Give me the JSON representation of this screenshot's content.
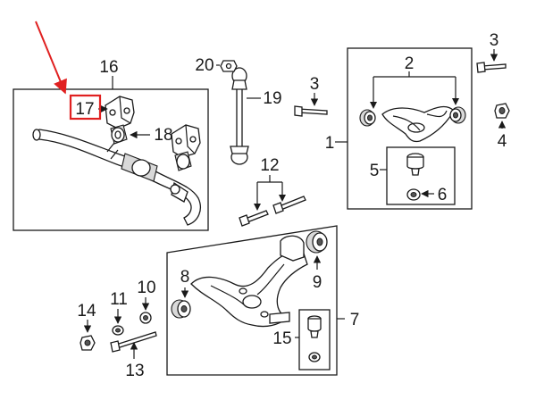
{
  "diagram": {
    "callouts": [
      {
        "id": "1",
        "label": "1"
      },
      {
        "id": "2",
        "label": "2"
      },
      {
        "id": "3a",
        "label": "3"
      },
      {
        "id": "3b",
        "label": "3"
      },
      {
        "id": "4",
        "label": "4"
      },
      {
        "id": "5",
        "label": "5"
      },
      {
        "id": "6",
        "label": "6"
      },
      {
        "id": "7",
        "label": "7"
      },
      {
        "id": "8",
        "label": "8"
      },
      {
        "id": "9",
        "label": "9"
      },
      {
        "id": "10",
        "label": "10"
      },
      {
        "id": "11",
        "label": "11"
      },
      {
        "id": "12",
        "label": "12"
      },
      {
        "id": "13",
        "label": "13"
      },
      {
        "id": "14",
        "label": "14"
      },
      {
        "id": "15",
        "label": "15"
      },
      {
        "id": "16",
        "label": "16"
      },
      {
        "id": "17",
        "label": "17"
      },
      {
        "id": "18",
        "label": "18"
      },
      {
        "id": "19",
        "label": "19"
      },
      {
        "id": "20",
        "label": "20"
      }
    ],
    "colors": {
      "line": "#1a1a1a",
      "highlight": "#e02020",
      "background": "#ffffff"
    },
    "highlighted_callout": "17"
  }
}
